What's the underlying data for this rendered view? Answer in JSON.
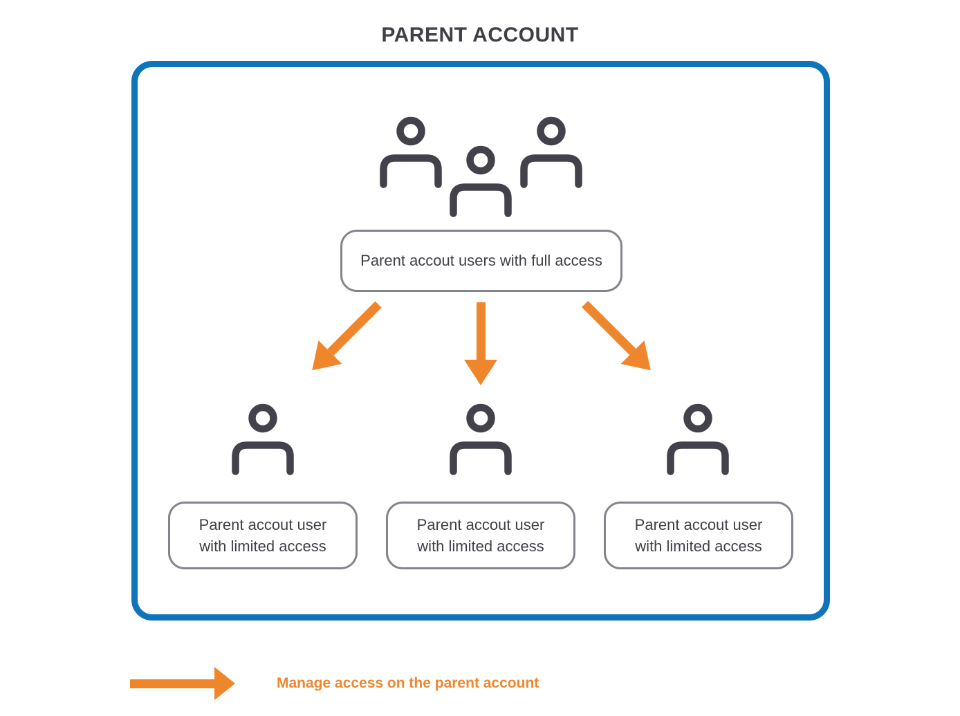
{
  "title": "PARENT ACCOUNT",
  "colors": {
    "blue_border": "#0E75BB",
    "orange": "#EF862B",
    "icon_gray": "#43424B",
    "text_dark": "#3F3F46",
    "box_border": "#84848D"
  },
  "nodes": {
    "full_access": {
      "icon": "users-group-icon",
      "label": "Parent accout users with full access"
    },
    "limited_access": [
      {
        "icon": "user-icon",
        "line1": "Parent accout user",
        "line2": "with limited access"
      },
      {
        "icon": "user-icon",
        "line1": "Parent accout user",
        "line2": "with limited access"
      },
      {
        "icon": "user-icon",
        "line1": "Parent accout user",
        "line2": "with limited access"
      }
    ]
  },
  "arrows": [
    "arrow-down-left",
    "arrow-down",
    "arrow-down-right"
  ],
  "legend": {
    "icon": "arrow-right",
    "label": "Manage access on the parent account"
  }
}
